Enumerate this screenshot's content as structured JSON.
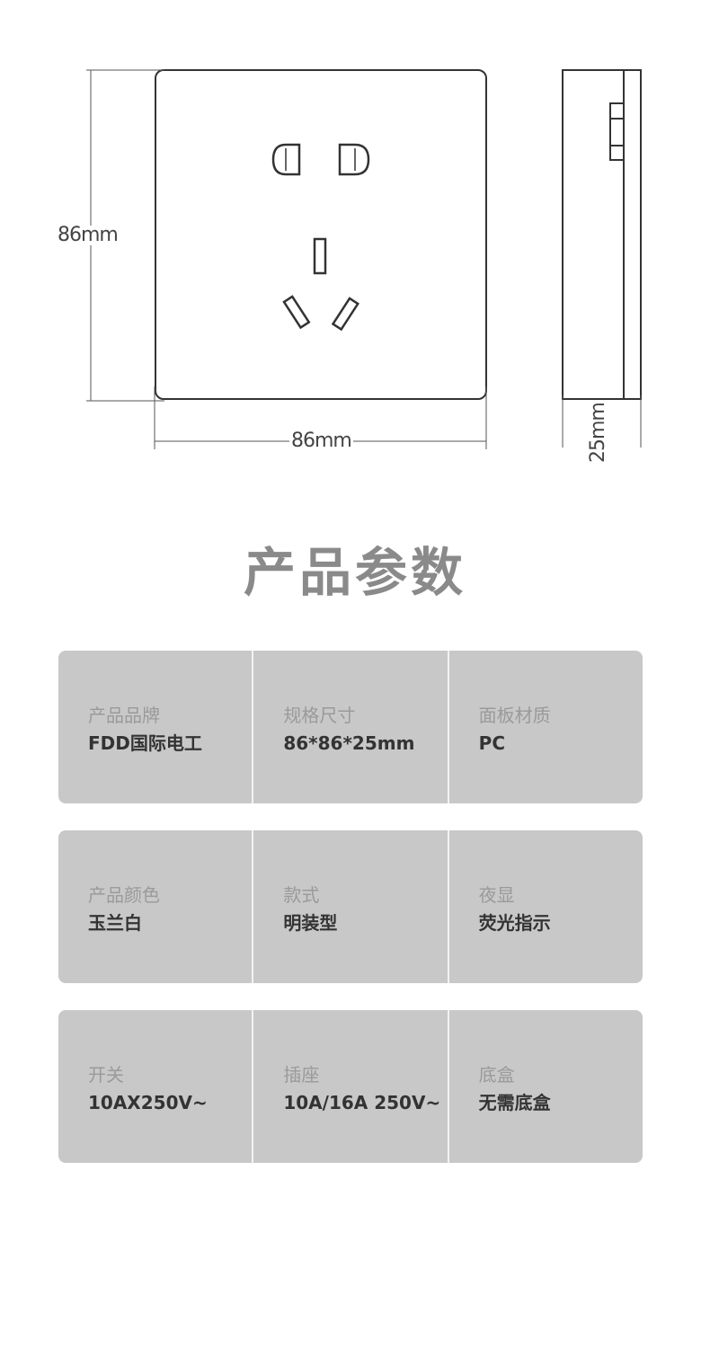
{
  "dimensions": {
    "height_label": "86mm",
    "width_label": "86mm",
    "depth_label": "25mm"
  },
  "section_title": "产品参数",
  "rows": [
    {
      "cells": [
        {
          "label": "产品品牌",
          "value": "FDD国际电工"
        },
        {
          "label": "规格尺寸",
          "value": "86*86*25mm"
        },
        {
          "label": "面板材质",
          "value": "PC"
        }
      ]
    },
    {
      "cells": [
        {
          "label": "产品颜色",
          "value": "玉兰白"
        },
        {
          "label": "款式",
          "value": "明装型"
        },
        {
          "label": "夜显",
          "value": "荧光指示"
        }
      ]
    },
    {
      "cells": [
        {
          "label": "开关",
          "value": "10AX250V~"
        },
        {
          "label": "插座",
          "value": "10A/16A 250V~"
        },
        {
          "label": "底盒",
          "value": "无需底盒"
        }
      ]
    }
  ],
  "colors": {
    "row_background": "#c8c8c8",
    "title": "#8a8a8a",
    "label": "#9a9a9a",
    "value": "#333333",
    "line": "#333333"
  }
}
